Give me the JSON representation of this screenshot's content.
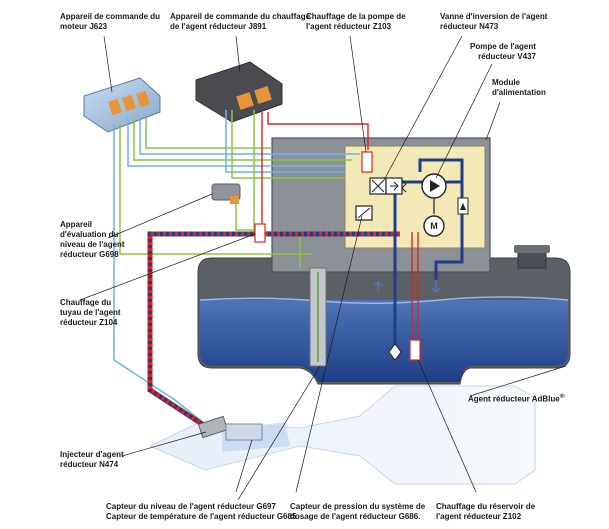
{
  "labels": {
    "j623": "Appareil de commande du\nmoteur J623",
    "j891": "Appareil de commande du chauffage\nde l'agent réducteur J891",
    "z103": "Chauffage de la pompe de\nl'agent réducteur Z103",
    "n473": "Vanne d'inversion de l'agent\nréducteur N473",
    "v437": "Pompe de l'agent\nréducteur V437",
    "module": "Module\nd'alimentation",
    "g698": "Appareil\nd'évaluation du\nniveau de l'agent\nréducteur G698",
    "z104": "Chauffage du\ntuyau de l'agent\nréducteur Z104",
    "adblue_text": "Agent réducteur AdBlue",
    "adblue_mark": "®",
    "n474": "Injecteur d'agent\nréducteur N474",
    "g697_g685": "Capteur du niveau de l'agent réducteur G697\nCapteur de température de l'agent réducteur G685",
    "g686": "Capteur de pression du système de\ndosage de l'agent réducteur G686.",
    "z102": "Chauffage du réservoir de\nl'agent réducteur Z102"
  },
  "symbols": {
    "motor_letter": "M"
  }
}
